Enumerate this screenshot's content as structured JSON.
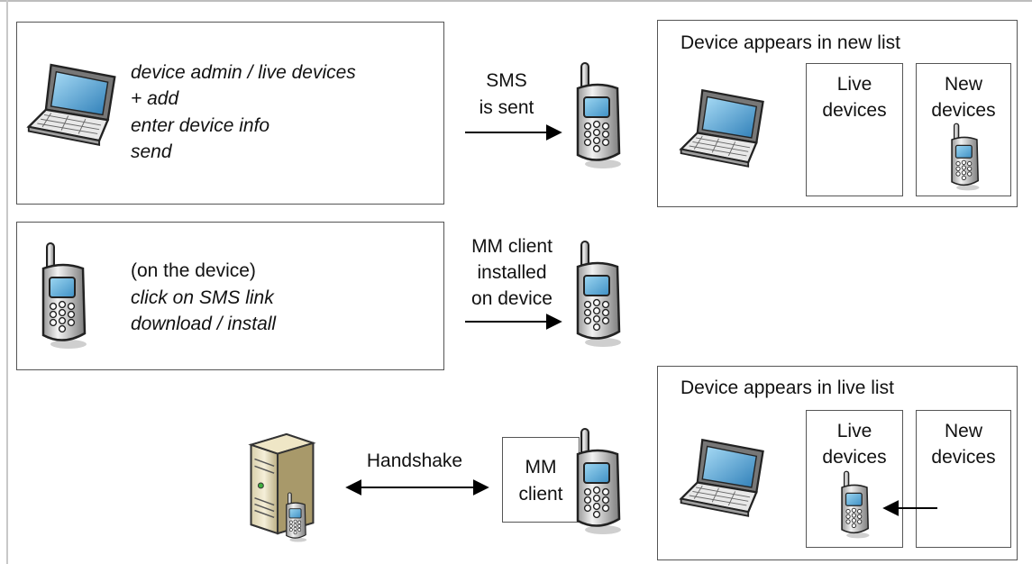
{
  "step1": {
    "lines": [
      "device admin / live devices",
      "+ add",
      "enter device info",
      "send"
    ]
  },
  "step1_arrow": {
    "line1": "SMS",
    "line2": "is sent"
  },
  "new_list": {
    "title": "Device appears in new list",
    "live_label_1": "Live",
    "live_label_2": "devices",
    "new_label_1": "New",
    "new_label_2": "devices"
  },
  "step2": {
    "line1": "(on the device)",
    "line2": "click on SMS link",
    "line3": "download / install"
  },
  "step2_arrow": {
    "line1": "MM client",
    "line2": "installed",
    "line3": "on device"
  },
  "handshake": {
    "label": "Handshake"
  },
  "mm_client": {
    "line1": "MM",
    "line2": "client"
  },
  "live_list": {
    "title": "Device appears in live list",
    "live_label_1": "Live",
    "live_label_2": "devices",
    "new_label_1": "New",
    "new_label_2": "devices"
  },
  "icons": {
    "laptop": "laptop-icon",
    "phone": "mobile-phone-icon",
    "server": "server-icon"
  }
}
